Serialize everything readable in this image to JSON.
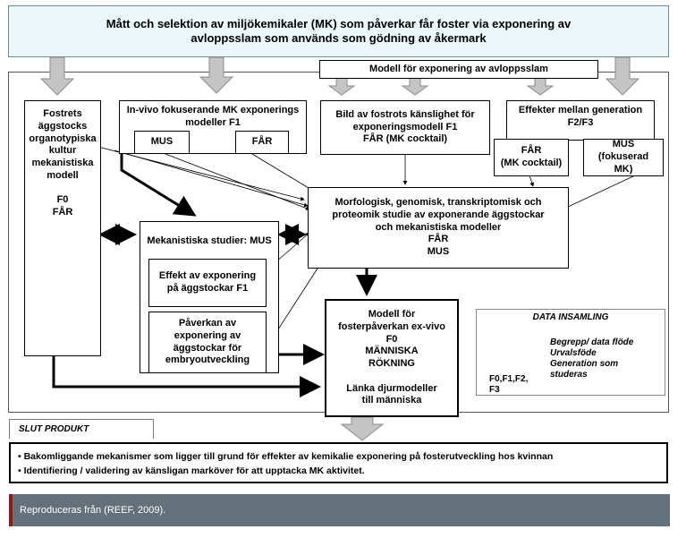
{
  "title": "Mått och selektion av miljökemikaler (MK) som påverkar får foster via exponering av\navloppsslam som används som gödning av åkermark",
  "exposure_model_header": "Modell för exponering av avloppsslam",
  "boxes": {
    "fostret": "Fostrets\näggstocks\norganotypiska\nkultur\nmekanistiska\nmodell\n\nF0\nFÅR",
    "invivo": "In-vivo fokuserande MK exponerings\nmodeller F1",
    "invivo_mus": "MUS",
    "invivo_far": "FÅR",
    "bild": "Bild av fostrots känslighet för\nexponeringsmodell F1\nFÅR (MK cocktail)",
    "effekter": "Effekter mellan generation\nF2/F3",
    "eff_far": "FÅR\n(MK cocktail)",
    "eff_mus": "MUS\n(fokuserad MK)",
    "morfo": "Morfologisk, genomisk, transkriptomisk och\nproteomik studie av exponerande äggstockar\noch mekanistiska modeller\nFÅR\nMUS",
    "mek_title": "Mekanistiska studier: MUS",
    "effekt": "Effekt av exponering\npå äggstockar F1",
    "paverkan": "Påverkan av\nexponering av\näggstockar för\nembryoutveckling",
    "modell": "Modell för\nfosterpåverkan ex-vivo\nF0\nMÄNNISKA\nRÖKNING\n\nLänka djurmodeller\ntill människa"
  },
  "legend": {
    "title": "DATA INSAMLING",
    "items": [
      "Begrepp/ data flöde",
      "Urvalsföde",
      "Generation som",
      "studeras"
    ],
    "generations": "F0,F1,F2,\nF3"
  },
  "slut_produkt": {
    "label": "SLUT PRODUKT",
    "bullets": [
      "• Bakomliggande mekanismer som ligger till grund för effekter av kemikalie exponering på fosterutveckling hos kvinnan",
      "• Identifiering / validering av känsligan marköver för att upptacka MK aktivitet."
    ]
  },
  "footer": "Reproduceras från (REEF, 2009)."
}
